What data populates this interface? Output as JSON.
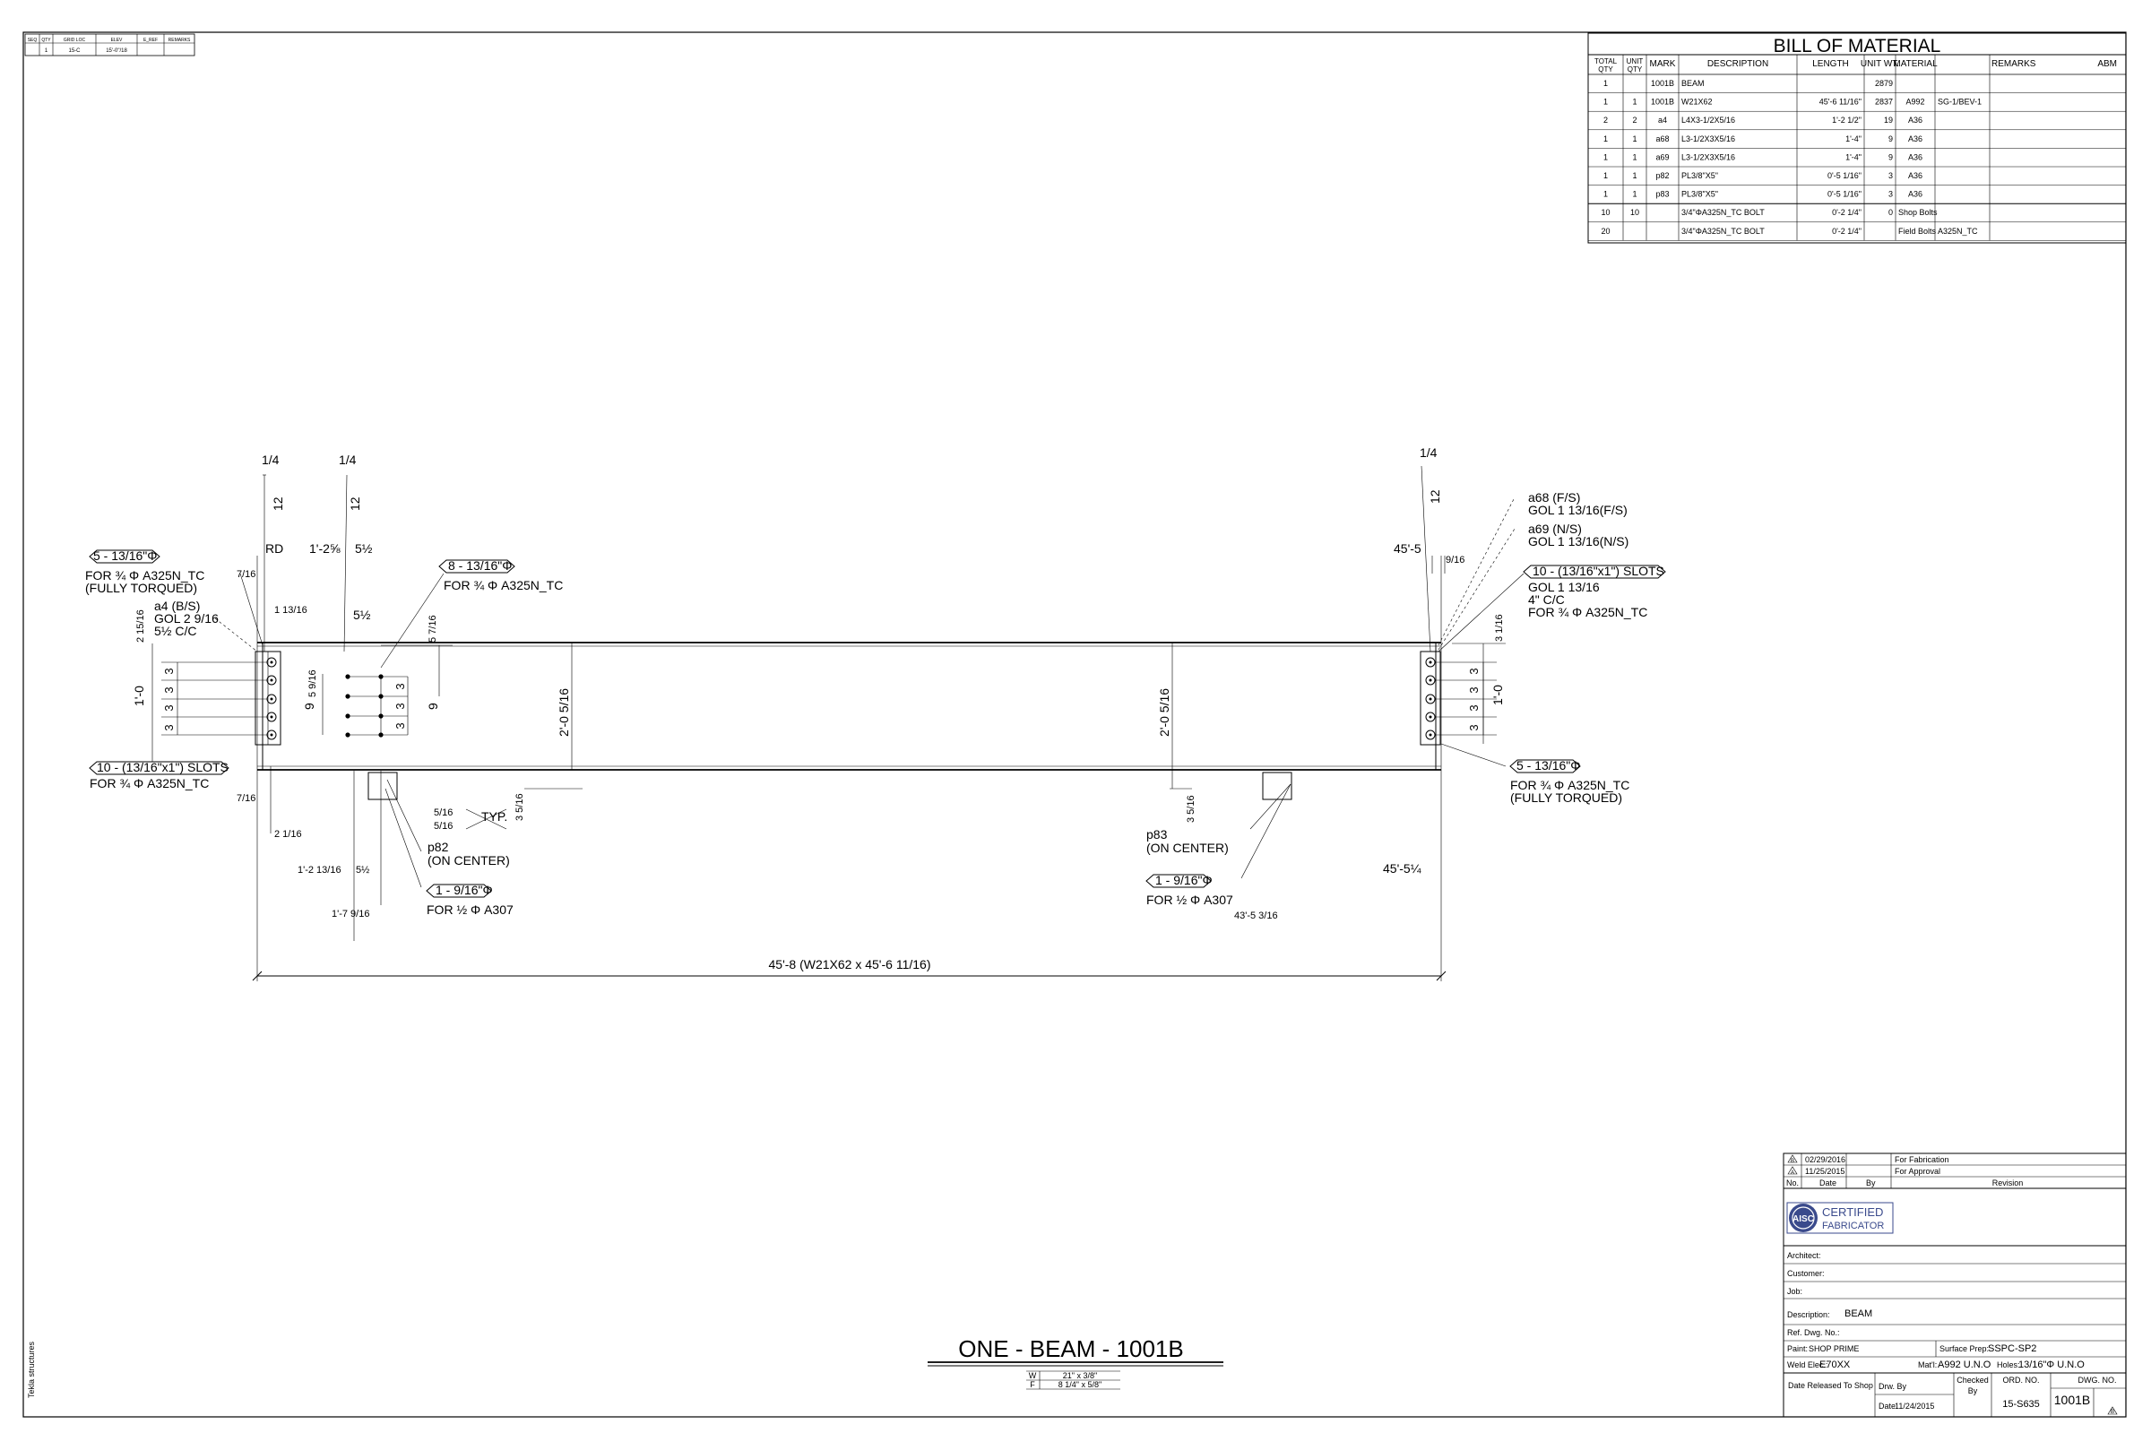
{
  "seq_table": {
    "headers": [
      "SEQ",
      "QTY",
      "GRID LOC",
      "ELEV",
      "E_REF",
      "REMARKS"
    ],
    "row": [
      "",
      "1",
      "15-C",
      "15'-0\"/18",
      "",
      ""
    ]
  },
  "bom": {
    "title": "BILL OF MATERIAL",
    "headers": [
      "TOTAL QTY",
      "UNIT QTY",
      "MARK",
      "DESCRIPTION",
      "LENGTH",
      "UNIT WT.",
      "MATERIAL",
      "REMARKS",
      "ABM"
    ],
    "rows": [
      [
        "1",
        "",
        "1001B",
        "BEAM",
        "",
        "2879",
        "",
        "",
        ""
      ],
      [
        "1",
        "1",
        "1001B",
        "W21X62",
        "45'-6 11/16\"",
        "2837",
        "A992",
        "SG-1/BEV-1",
        ""
      ],
      [
        "2",
        "2",
        "a4",
        "L4X3-1/2X5/16",
        "1'-2 1/2\"",
        "19",
        "A36",
        "",
        ""
      ],
      [
        "1",
        "1",
        "a68",
        "L3-1/2X3X5/16",
        "1'-4\"",
        "9",
        "A36",
        "",
        ""
      ],
      [
        "1",
        "1",
        "a69",
        "L3-1/2X3X5/16",
        "1'-4\"",
        "9",
        "A36",
        "",
        ""
      ],
      [
        "1",
        "1",
        "p82",
        "PL3/8\"X5\"",
        "0'-5 1/16\"",
        "3",
        "A36",
        "",
        ""
      ],
      [
        "1",
        "1",
        "p83",
        "PL3/8\"X5\"",
        "0'-5 1/16\"",
        "3",
        "A36",
        "",
        ""
      ],
      [
        "10",
        "10",
        "",
        "3/4\"ΦA325N_TC BOLT",
        "0'-2 1/4\"",
        "0",
        "Shop Bolts",
        "",
        ""
      ],
      [
        "20",
        "",
        "",
        "3/4\"ΦA325N_TC BOLT",
        "0'-2 1/4\"",
        "",
        "Field Bolts",
        "A325N_TC",
        ""
      ]
    ]
  },
  "drawing": {
    "weld_left_1": "1/4",
    "weld_left_1_num": "12",
    "weld_left_2": "1/4",
    "weld_left_2_num": "12",
    "weld_right": "1/4",
    "weld_right_num": "12",
    "rd": "RD",
    "dim_1_2_5_8": "1'-2⅝",
    "dim_5_1_2_a": "5½",
    "dim_5_1_2_b": "5½",
    "bolt_left_ann": "5 - 13/16\"Φ",
    "bolt_left_ann_2": "FOR ¾ Φ A325N_TC",
    "bolt_left_ann_3": "(FULLY TORQUED)",
    "dim_7_16_a": "7/16",
    "dim_1_13_16": "1 13/16",
    "a4_label": "a4 (B/S)",
    "a4_gol": "GOL 2 9/16",
    "a4_cc": "5½ C/C",
    "dim_2_15_16": "2 15/16",
    "bolt_mid_ann": "8 - 13/16\"Φ",
    "bolt_mid_ann_2": "FOR ¾ Φ A325N_TC",
    "dim_5_7_16": "5 7/16",
    "dim_5_9_16": "5 9/16",
    "dim_1_0_left": "1'-0",
    "dim_9_a": "9",
    "dim_9_b": "9",
    "dim_3": "3",
    "depth_left": "2'-0 5/16",
    "slot_left_ann": "10 - (13/16\"x1\") SLOTS",
    "slot_left_ann_2": "FOR ¾ Φ A325N_TC",
    "dim_7_16_b": "7/16",
    "dim_2_1_16": "2 1/16",
    "dim_5_16_a": "5/16",
    "dim_5_16_b": "5/16",
    "typ": "TYP.",
    "dim_3_5_16_a": "3 5/16",
    "p82": "p82",
    "p82_c": "(ON CENTER)",
    "dim_1_2_13_16": "1'-2 13/16",
    "dim_5_1_2_c": "5½",
    "hole_ann": "1 - 9/16\"Φ",
    "hole_ann_2": "FOR ½ Φ A307",
    "dim_1_7_9_16": "1'-7 9/16",
    "depth_mid": "2'-0 5/16",
    "dim_3_5_16_b": "3 5/16",
    "p83": "p83",
    "p83_c": "(ON CENTER)",
    "hole_ann_b": "1 - 9/16\"Φ",
    "hole_ann_b_2": "FOR ½ Φ A307",
    "dim_43_5_3_16": "43'-5 3/16",
    "dim_45_5": "45'-5",
    "dim_9_16": "9/16",
    "a68": "a68 (F/S)",
    "a68_gol": "GOL 1 13/16(F/S)",
    "a69": "a69 (N/S)",
    "a69_gol": "GOL 1 13/16(N/S)",
    "slot_right_ann": "10 - (13/16\"x1\") SLOTS",
    "slot_right_gol": "GOL 1 13/16",
    "slot_right_cc": "4\" C/C",
    "slot_right_for": "FOR ¾ Φ A325N_TC",
    "dim_3_1_16": "3 1/16",
    "dim_1_0_right": "1'-0",
    "bolt_right_ann": "5 - 13/16\"Φ",
    "bolt_right_ann_2": "FOR ¾ Φ A325N_TC",
    "bolt_right_ann_3": "(FULLY TORQUED)",
    "dim_45_5_1_4": "45'-5¼",
    "overall": "45'-8 (W21X62 x 45'-6 11/16)"
  },
  "title_block_main": {
    "title": "ONE - BEAM - 1001B",
    "w_label": "W",
    "w_value": "21\" x 3/8\"",
    "f_label": "F",
    "f_value": "8 1/4\" x 5/8\""
  },
  "revisions": [
    {
      "no": "B",
      "date": "02/29/2016",
      "desc": "For Fabrication"
    },
    {
      "no": "A",
      "date": "11/25/2015",
      "desc": "For Approval"
    }
  ],
  "rev_headers": {
    "no": "No.",
    "date": "Date",
    "by": "By",
    "revision": "Revision"
  },
  "logo": {
    "main": "AISC",
    "line1": "CERTIFIED",
    "line2": "FABRICATOR"
  },
  "info": {
    "architect": "Architect:",
    "customer": "Customer:",
    "job": "Job:",
    "description_label": "Description:",
    "description_value": "BEAM",
    "ref_dwg": "Ref. Dwg. No.:",
    "paint_label": "Paint:",
    "paint_value": "SHOP PRIME",
    "surface_label": "Surface Prep:",
    "surface_value": "SSPC-SP2",
    "weld_label": "Weld Elec.:",
    "weld_value": "E70XX",
    "matl_label": "Mat'l:",
    "matl_value": "A992 U.N.O",
    "holes_label": "Holes:",
    "holes_value": "13/16\"Φ U.N.O",
    "released": "Date Released To Shop",
    "drw_by": "Drw. By",
    "date_label": "Date",
    "date_value": "11/24/2015",
    "checked": "Checked",
    "checked_by": "By",
    "ord_label": "ORD. NO.",
    "ord_value": "15-S635",
    "dwg_label": "DWG. NO.",
    "dwg_value": "1001B",
    "rev_mark": "B"
  },
  "margin_note": "Tekla structures"
}
